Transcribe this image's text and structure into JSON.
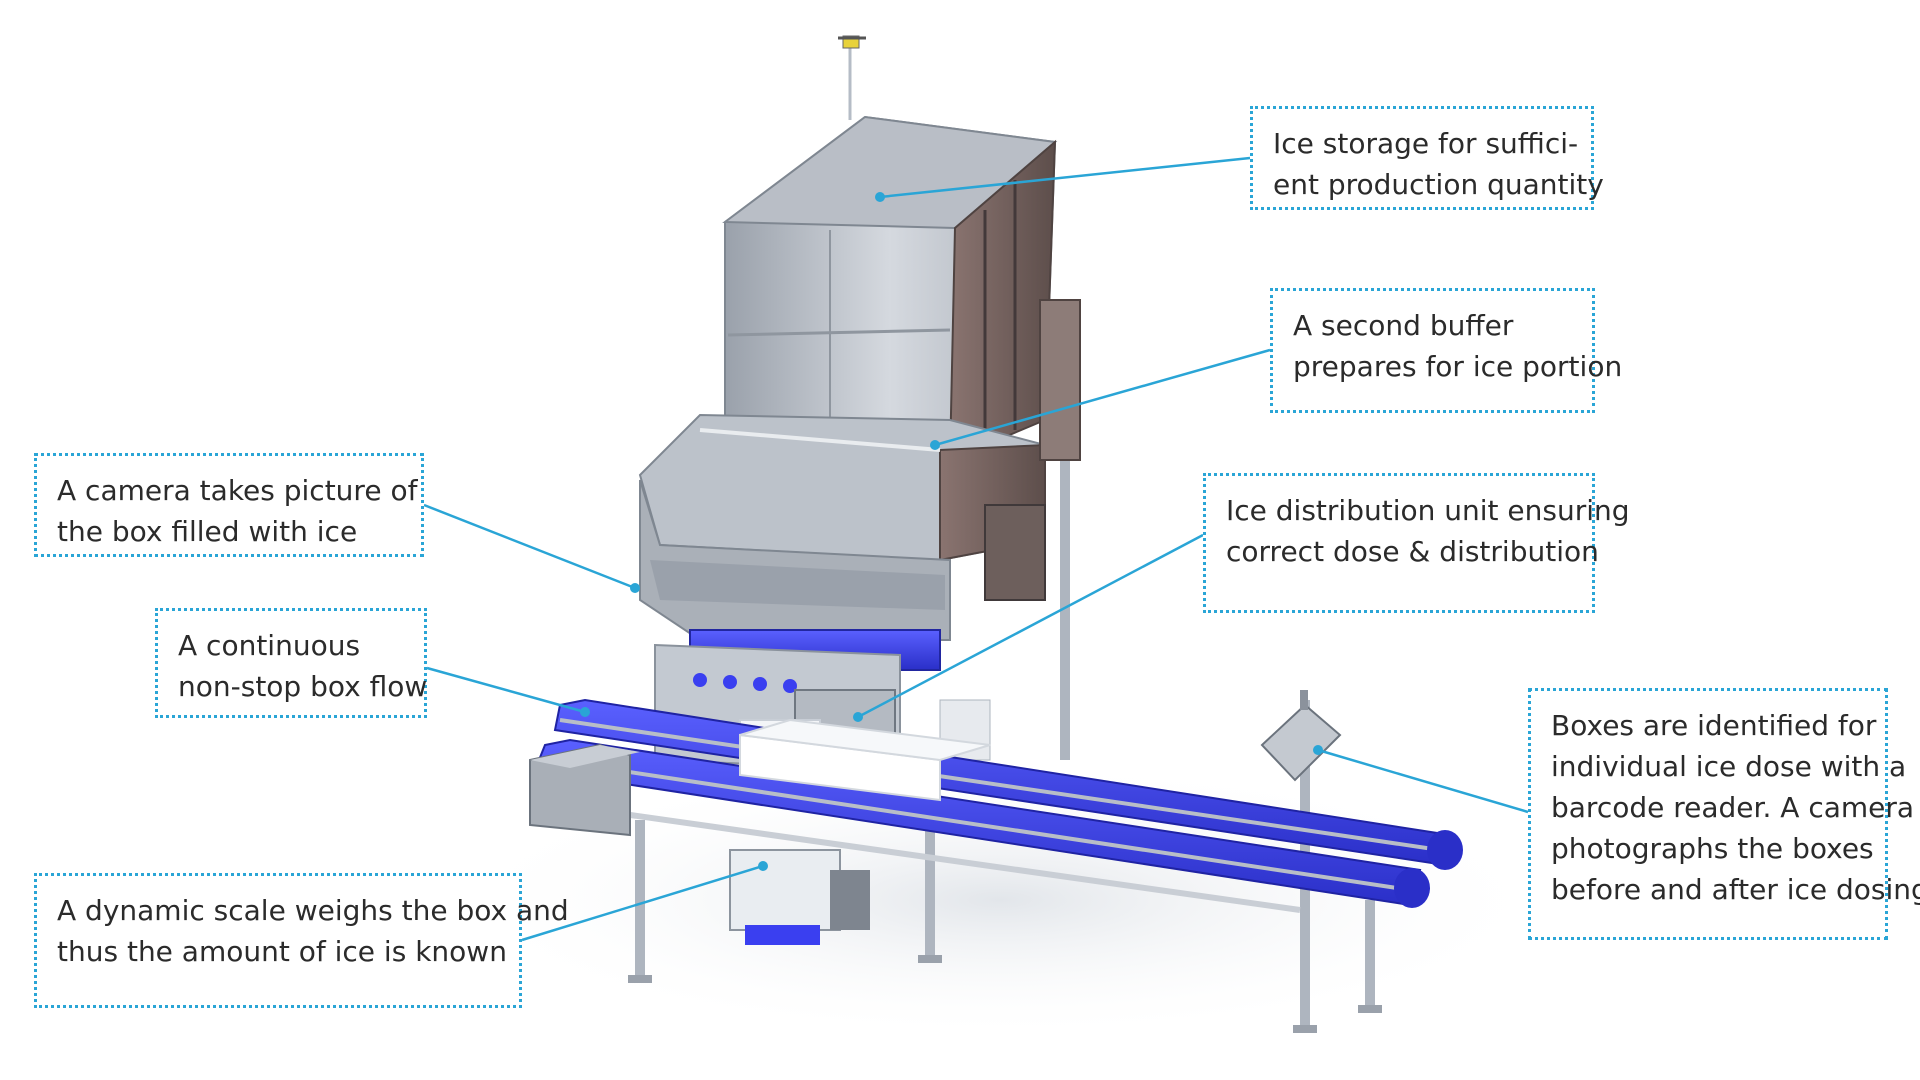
{
  "colors": {
    "accent": "#2aa5d6",
    "belt": "#3a3ff0",
    "steel_light": "#c7ccd3",
    "steel_dark": "#7d6a66",
    "text": "#2b2b2b"
  },
  "callouts": [
    {
      "id": "ice-storage",
      "lines": [
        "Ice storage for suffici-",
        "ent production quantity"
      ]
    },
    {
      "id": "second-buffer",
      "lines": [
        "A second buffer",
        "prepares for ice portion"
      ]
    },
    {
      "id": "camera-picture",
      "lines": [
        "A camera takes picture of",
        "the box filled with ice"
      ]
    },
    {
      "id": "distribution-unit",
      "lines": [
        "Ice distribution unit ensuring",
        "correct dose & distribution"
      ]
    },
    {
      "id": "box-flow",
      "lines": [
        "A continuous",
        "non-stop box flow"
      ]
    },
    {
      "id": "barcode",
      "lines": [
        "Boxes are identified for",
        "individual ice dose with a",
        "barcode reader. A camera",
        "photographs the boxes",
        "before and after ice dosing"
      ]
    },
    {
      "id": "dynamic-scale",
      "lines": [
        "A dynamic scale weighs the box and",
        "thus the amount of ice is known"
      ]
    }
  ]
}
